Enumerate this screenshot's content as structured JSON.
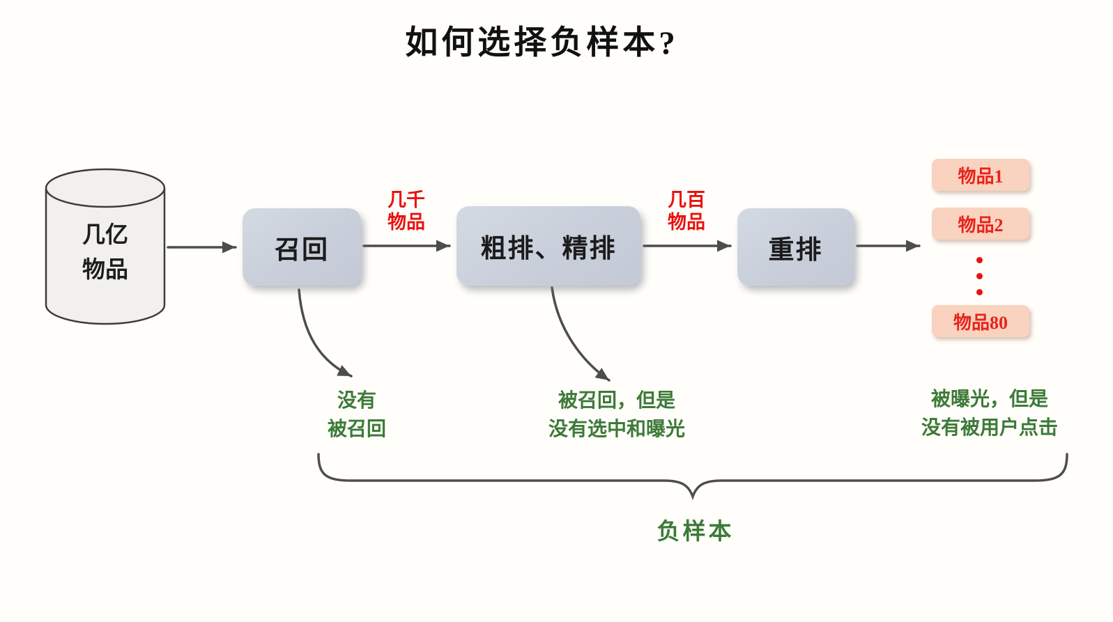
{
  "title": "如何选择负样本?",
  "source_db": {
    "line1": "几亿",
    "line2": "物品"
  },
  "stages": [
    {
      "label": "召回"
    },
    {
      "label": "粗排、精排"
    },
    {
      "label": "重排"
    }
  ],
  "flow_labels": [
    {
      "line1": "几千",
      "line2": "物品"
    },
    {
      "line1": "几百",
      "line2": "物品"
    }
  ],
  "items": [
    {
      "label": "物品1"
    },
    {
      "label": "物品2"
    },
    {
      "label": "物品80"
    }
  ],
  "ellipsis": "⋮",
  "annotations": {
    "not_recalled": {
      "line1": "没有",
      "line2": "被召回"
    },
    "recalled_not_exposed": {
      "line1": "被召回，但是",
      "line2": "没有选中和曝光"
    },
    "exposed_not_clicked": {
      "line1": "被曝光，但是",
      "line2": "没有被用户点击"
    }
  },
  "brace_label": "负样本",
  "colors": {
    "background": "#fffefa",
    "stage_fill": "#cbd1dc",
    "item_fill": "#f9d3bf",
    "red_text": "#e8120f",
    "green_text": "#3d7a38",
    "arrow": "#4d4d4d",
    "cylinder_fill": "#f1f0ed"
  }
}
